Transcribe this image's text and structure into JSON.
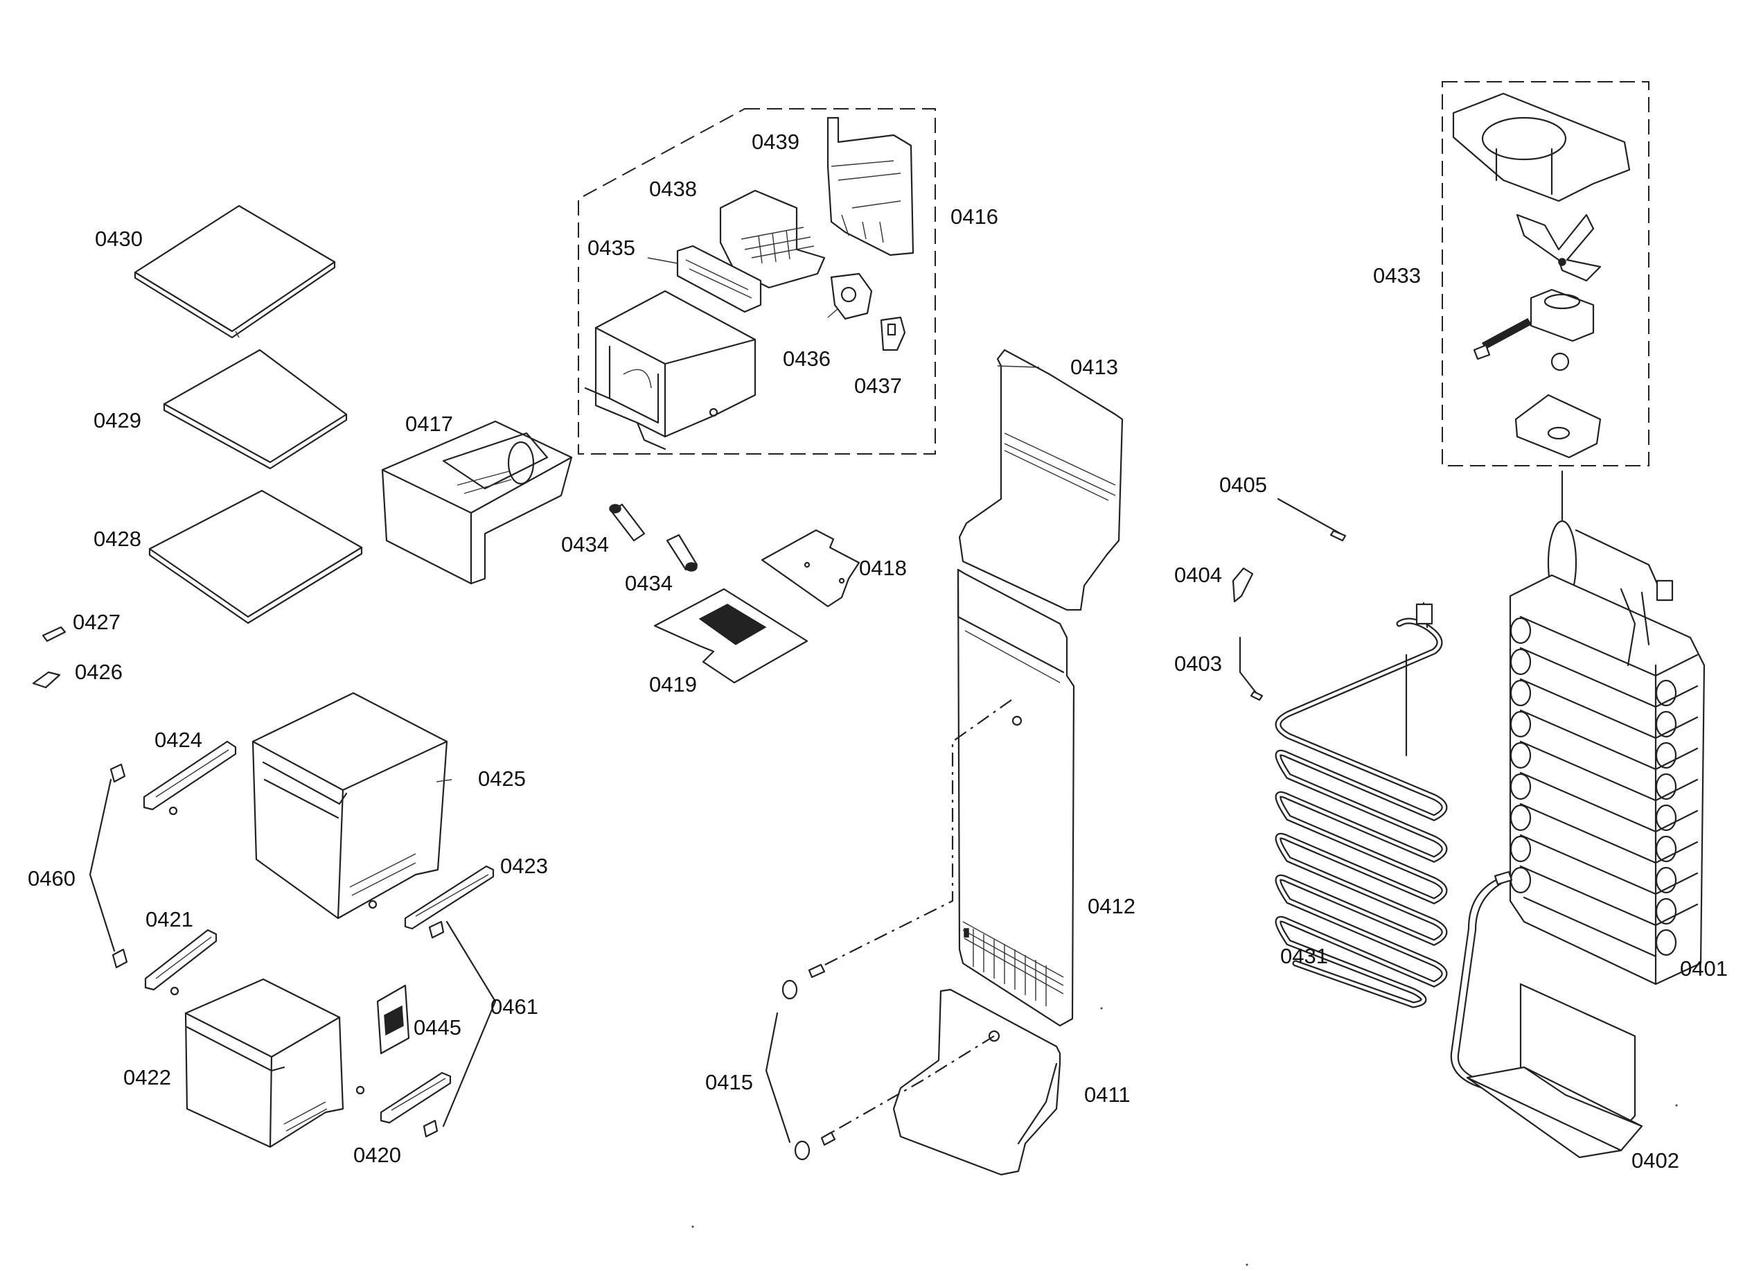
{
  "diagram": {
    "labels": {
      "l0401": "0401",
      "l0402": "0402",
      "l0403": "0403",
      "l0404": "0404",
      "l0405": "0405",
      "l0411": "0411",
      "l0412": "0412",
      "l0413": "0413",
      "l0415": "0415",
      "l0416": "0416",
      "l0417": "0417",
      "l0418": "0418",
      "l0419": "0419",
      "l0420": "0420",
      "l0421": "0421",
      "l0422": "0422",
      "l0423": "0423",
      "l0424": "0424",
      "l0425": "0425",
      "l0426": "0426",
      "l0427": "0427",
      "l0428": "0428",
      "l0429": "0429",
      "l0430": "0430",
      "l0431": "0431",
      "l0433": "0433",
      "l0434a": "0434",
      "l0434b": "0434",
      "l0435": "0435",
      "l0436": "0436",
      "l0437": "0437",
      "l0438": "0438",
      "l0439": "0439",
      "l0445": "0445",
      "l0460": "0460",
      "l0461": "0461"
    }
  }
}
